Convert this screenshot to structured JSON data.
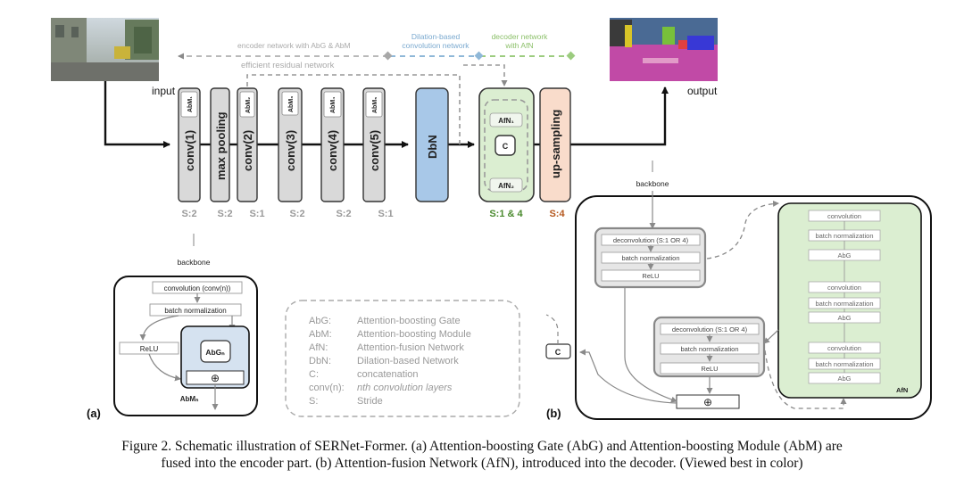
{
  "top": {
    "input_label": "input",
    "output_label": "output",
    "encoder_label": "encoder network with AbG & AbM",
    "efficient_label": "efficient residual network",
    "dilation_label_1": "Dilation-based",
    "dilation_label_2": "convolution network",
    "decoder_label_1": "decoder network",
    "decoder_label_2": "with AfN",
    "blocks": {
      "conv1": "conv(1)",
      "maxpool": "max pooling",
      "conv2": "conv(2)",
      "conv3": "conv(3)",
      "conv4": "conv(4)",
      "conv5": "conv(5)",
      "dbn": "DbN",
      "upsampling": "up-sampling"
    },
    "abm_tags": [
      "AbM₁",
      "AbM₂",
      "AbM₃",
      "AbM₄",
      "AbM₅"
    ],
    "afn_tags": [
      "AfN₁",
      "AfN₂"
    ],
    "concat_symbol": "C",
    "strides": [
      "S:2",
      "S:2",
      "S:1",
      "S:2",
      "S:2",
      "S:1"
    ],
    "afn_stride": "S:1 & 4",
    "up_stride": "S:4",
    "colors": {
      "dbn": "#a8c8e8",
      "afn": "#dbeed1",
      "afn_text": "#4a8a2e",
      "up": "#f9dccb",
      "up_text": "#b5581e",
      "encoder_dash": "#b9b9b9",
      "dilation_dash": "#8fb8d8",
      "decoder_dash": "#9ccc7f"
    }
  },
  "panel_a": {
    "backbone": "backbone",
    "conv": "convolution (conv(n))",
    "bn": "batch normalization",
    "relu": "ReLU",
    "abg": "AbGₙ",
    "plus": "⊕",
    "abm": "AbMₙ",
    "label": "(a)"
  },
  "legend": [
    {
      "key": "AbG:",
      "val": "Attention-boosting Gate"
    },
    {
      "key": "AbM:",
      "val": "Attention-boosting Module"
    },
    {
      "key": "AfN:",
      "val": "Attention-fusion Network"
    },
    {
      "key": "DbN:",
      "val": "Dilation-based Network"
    },
    {
      "key": "C:",
      "val": "concatenation"
    },
    {
      "key": "conv(n):",
      "val": "nth convolution layers"
    },
    {
      "key": "S:",
      "val": "Stride"
    }
  ],
  "panel_b": {
    "backbone": "backbone",
    "deconv1": "deconvolution (S:1 OR 4)",
    "bn1": "batch normalization",
    "relu1": "ReLU",
    "deconv2": "deconvolution (S:1 OR 4)",
    "bn2": "batch normalization",
    "relu2": "ReLU",
    "concat": "C",
    "plus": "⊕",
    "afn_stack": [
      "convolution",
      "batch normalization",
      "AbG",
      "convolution",
      "batch normalization",
      "AbG",
      "convolution",
      "batch normalization",
      "AbG"
    ],
    "afn_label": "AfN",
    "label": "(b)"
  },
  "caption": {
    "line1": "Figure 2. Schematic illustration of SERNet-Former. (a) Attention-boosting Gate (AbG) and Attention-boosting Module (AbM) are",
    "line2": "fused into the encoder part. (b) Attention-fusion Network (AfN), introduced into the decoder. (Viewed best in color)"
  }
}
